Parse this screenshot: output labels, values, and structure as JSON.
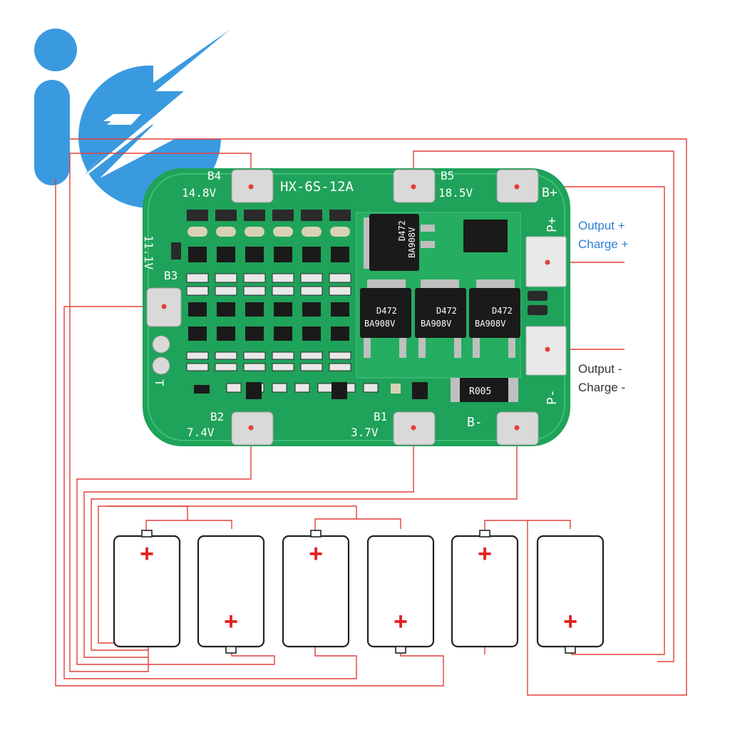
{
  "logo": {
    "name": "logo-is-bolt",
    "color": "#3a9ae0"
  },
  "board": {
    "model": "HX-6S-12A",
    "color": "#1fa25a",
    "pads": {
      "b4": {
        "name": "B4",
        "voltage": "14.8V"
      },
      "b5": {
        "name": "B5",
        "voltage": "18.5V"
      },
      "b3": {
        "name": "B3",
        "voltage": "11.1V"
      },
      "b2": {
        "name": "B2",
        "voltage": "7.4V"
      },
      "b1": {
        "name": "B1",
        "voltage": "3.7V"
      },
      "b_plus": "B+",
      "b_minus": "B-",
      "p_plus": "P+",
      "p_minus": "P-",
      "t": "T"
    },
    "components": {
      "mosfet_main": [
        "D472",
        "BA908V"
      ],
      "mosfet_1": [
        "D472",
        "BA908V"
      ],
      "mosfet_2": [
        "D472",
        "BA908V"
      ],
      "mosfet_3": [
        "D472",
        "BA908V"
      ],
      "shunt": "R005"
    }
  },
  "labels": {
    "output_plus": "Output +",
    "charge_plus": "Charge +",
    "output_minus": "Output -",
    "charge_minus": "Charge -"
  },
  "colors": {
    "wire": "#e0403a",
    "plus_label": "#2b7fd6",
    "minus_label": "#333333",
    "plus_sign": "#e21f1f"
  },
  "batteries": [
    {
      "id": "cell-1",
      "polarity_sign": "+",
      "plus_at": "top"
    },
    {
      "id": "cell-2",
      "polarity_sign": "+",
      "plus_at": "bottom"
    },
    {
      "id": "cell-3",
      "polarity_sign": "+",
      "plus_at": "top"
    },
    {
      "id": "cell-4",
      "polarity_sign": "+",
      "plus_at": "bottom"
    },
    {
      "id": "cell-5",
      "polarity_sign": "+",
      "plus_at": "top"
    },
    {
      "id": "cell-6",
      "polarity_sign": "+",
      "plus_at": "bottom"
    }
  ]
}
